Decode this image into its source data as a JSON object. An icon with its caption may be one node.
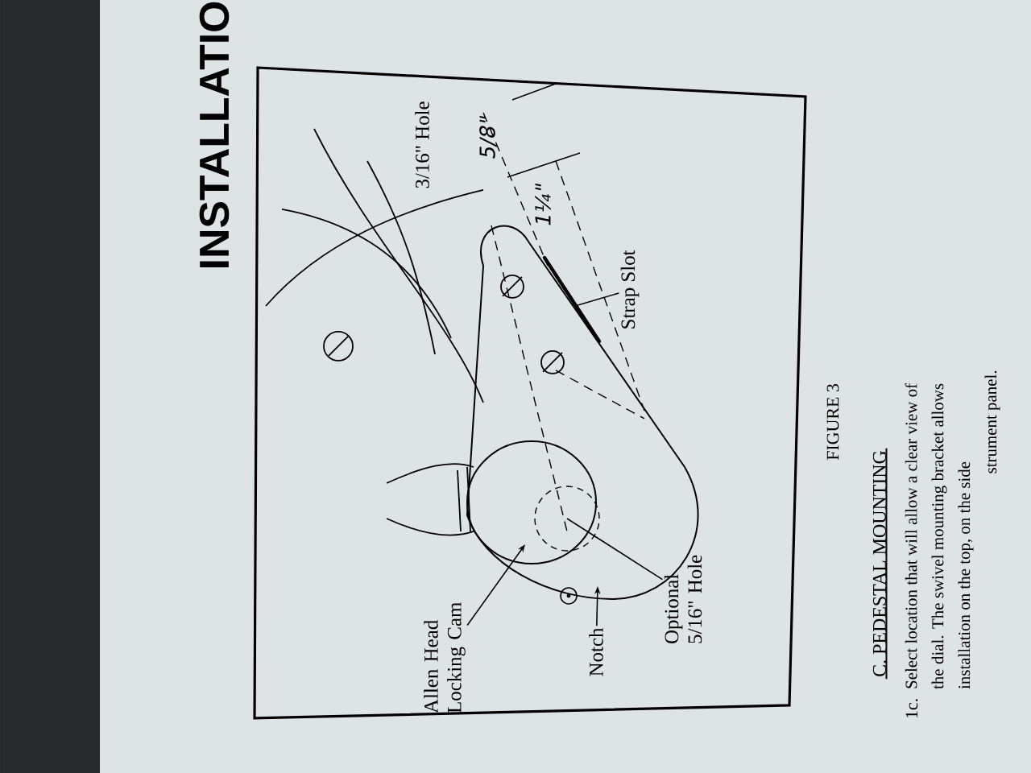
{
  "diagram": {
    "nodes": [
      {
        "text": [
          "3/16\" Hole"
        ]
      },
      {
        "text": [
          "Strap Slot"
        ]
      },
      {
        "text": [
          "Optional 5/16\" Hole"
        ]
      },
      {
        "text": [
          "Allen Head Locking Cam"
        ]
      },
      {
        "text": [
          "Notch"
        ]
      }
    ],
    "edges": [
      {
        "from": 1,
        "to": null,
        "arrow": "none"
      },
      {
        "from": 2,
        "to": null,
        "arrow": "none"
      },
      {
        "from": 3,
        "to": null,
        "arrow": "to"
      },
      {
        "from": 4,
        "to": null,
        "arrow": "to"
      }
    ],
    "labels": [
      "INSTALLATIO",
      "5/8\"",
      "1¼\"",
      "FIGURE 3",
      "C. PEDESTAL MOUNTING",
      "1c.",
      "Select location that will allow a clear view of the dial. The swivel mounting bracket allows installation on the top, on the side",
      "strument panel."
    ]
  }
}
